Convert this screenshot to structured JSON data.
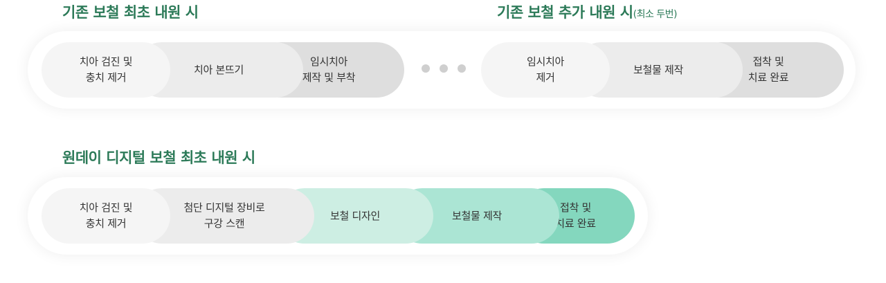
{
  "flow1": {
    "title": "기존 보철 최초 내원 시",
    "steps": [
      "치아 검진 및\n충치 제거",
      "치아 본뜨기",
      "임시치아\n제작 및 부착"
    ]
  },
  "flow2": {
    "title": "기존 보철 추가 내원 시",
    "title_note": "(최소 두번)",
    "steps": [
      "임시치아\n제거",
      "보철물 제작",
      "접착 및\n치료 완료"
    ]
  },
  "flow3": {
    "title": "원데이 디지털 보철 최초 내원 시",
    "steps": [
      "치아 검진 및\n충치 제거",
      "첨단 디지털 장비로\n구강 스캔",
      "보철 디자인",
      "보철물 제작",
      "접착 및\n치료 완료"
    ]
  },
  "colors": {
    "heading": "#2c7a58",
    "gray_1": "#f5f5f5",
    "gray_2": "#ececec",
    "gray_3": "#dedede",
    "mint_1": "#cdeee3",
    "mint_2": "#abe5d4",
    "mint_3": "#84d7be",
    "dot": "#cfcfcf"
  }
}
